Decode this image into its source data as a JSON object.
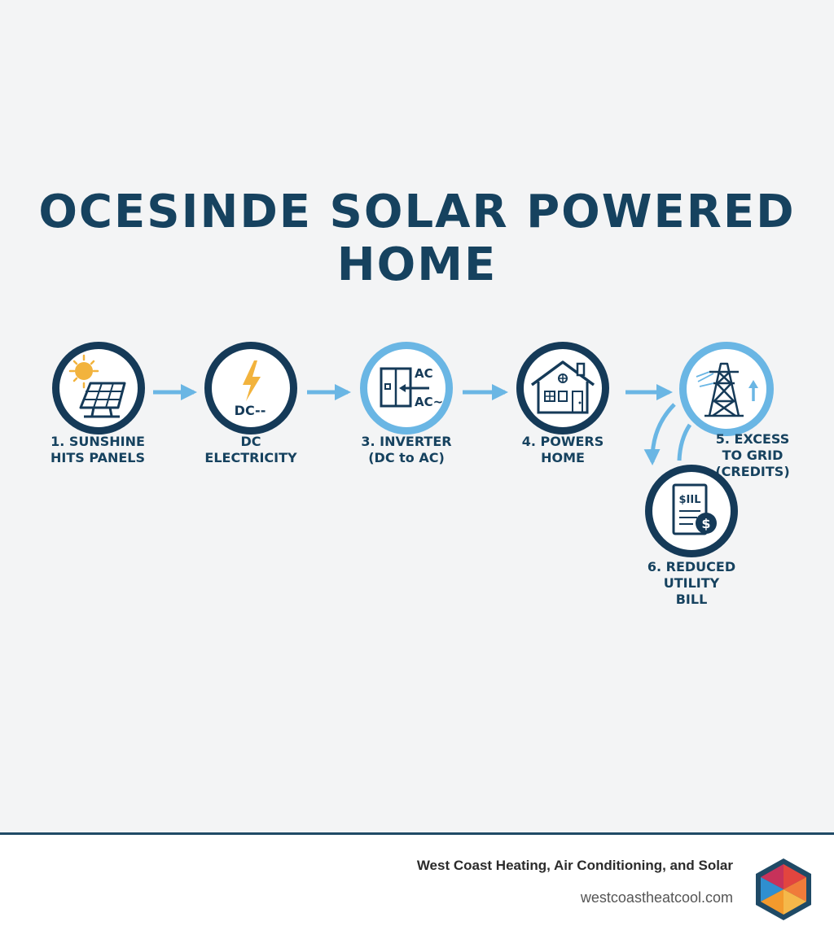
{
  "title": "OCESINDE SOLAR POWERED HOME",
  "steps": [
    {
      "label_lines": [
        "1. SUNSHINE",
        "HITS PANELS"
      ],
      "icon": "solar-panel-sun-icon"
    },
    {
      "label_lines": [
        "DC",
        "ELECTRICITY"
      ],
      "icon": "lightning-bolt-icon",
      "icon_text": "DC--"
    },
    {
      "label_lines": [
        "3. INVERTER",
        "(DC to AC)"
      ],
      "icon": "inverter-icon",
      "icon_text_top": "AC",
      "icon_text_bottom": "AC~"
    },
    {
      "label_lines": [
        "4. POWERS",
        "HOME"
      ],
      "icon": "house-icon"
    },
    {
      "label_lines": [
        "5. EXCESS",
        "TO GRID",
        "(CREDITS)"
      ],
      "icon": "transmission-tower-icon"
    },
    {
      "label_lines": [
        "6. REDUCED",
        "UTILITY",
        "BILL"
      ],
      "icon": "utility-bill-icon",
      "icon_text": "$IIL",
      "coin_text": "$"
    }
  ],
  "footer": {
    "company": "West Coast Heating, Air Conditioning, and Solar",
    "website": "westcoastheatcool.com"
  },
  "colors": {
    "navy": "#16425f",
    "ring_dark": "#153a58",
    "ring_light": "#6ab6e4",
    "arrow": "#6ab6e4",
    "sun": "#f2b33d",
    "background": "#f3f4f5"
  }
}
